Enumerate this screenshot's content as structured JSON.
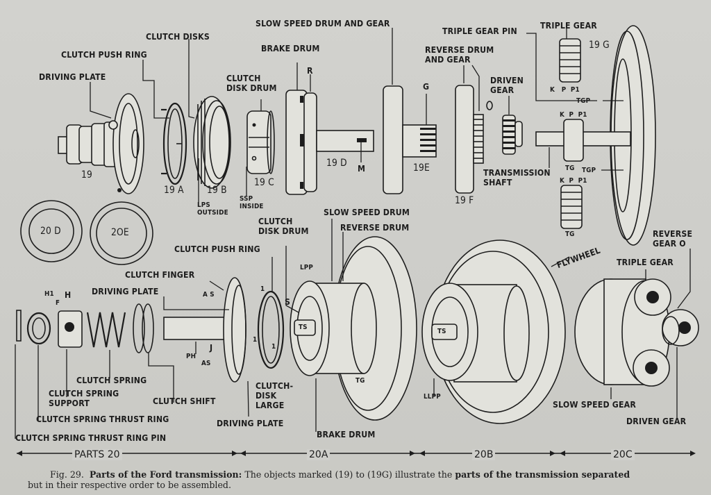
{
  "figure": {
    "number": "Fig. 29.",
    "title": "Parts of the Ford transmission:",
    "description_line1": "The objects marked (19) to (19G) illustrate the",
    "description_bold": "parts of the transmission separated",
    "description_line2": "but in their respective order to be assembled."
  },
  "top_labels": {
    "driving_plate": "DRIVING PLATE",
    "clutch_push_ring": "CLUTCH PUSH RING",
    "clutch_disks": "CLUTCH DISKS",
    "clutch_disk_drum": "CLUTCH\nDISK DRUM",
    "slow_speed_drum_and_gear": "SLOW SPEED DRUM AND GEAR",
    "brake_drum": "BRAKE DRUM",
    "r": "R",
    "g": "G",
    "m": "M",
    "reverse_drum_and_gear": "REVERSE DRUM\nAND GEAR",
    "driven_gear": "DRIVEN\nGEAR",
    "triple_gear_pin": "TRIPLE GEAR PIN",
    "triple_gear": "TRIPLE GEAR",
    "transmission_shaft": "TRANSMISSION\nSHAFT",
    "tgp_1": "TGP",
    "tgp_2": "TGP",
    "kpp1_1": "K   P  P1",
    "kpp1_2": "K  P  P1",
    "kpp1_3": "K  P  P1",
    "tg_1": "TG",
    "tg_2": "TG",
    "o": "O",
    "lps_outside": "LPS\nOUTSIDE",
    "ssp_inside": "SSP\nINSIDE"
  },
  "part_numbers": [
    "19",
    "19 A",
    "19 B",
    "19 C",
    "19 D",
    "19E",
    "19 F",
    "19 G",
    "20 D",
    "2OE"
  ],
  "bottom_labels": {
    "h1": "H1",
    "h": "H",
    "f": "F",
    "driving_plate_a": "DRIVING PLATE",
    "clutch_finger": "CLUTCH FINGER",
    "clutch_push_ring": "CLUTCH PUSH RING",
    "as_top": "A S",
    "as_bottom": "AS",
    "ph": "PH",
    "j": "J",
    "clutch_spring": "CLUTCH SPRING",
    "clutch_spring_support": "CLUTCH SPRING\nSUPPORT",
    "clutch_shift": "CLUTCH SHIFT",
    "clutch_spring_thrust_ring": "CLUTCH SPRING THRUST RING",
    "clutch_spring_thrust_ring_pin": "CLUTCH SPRING THRUST RING PIN",
    "driving_plate_b": "DRIVING PLATE",
    "clutch_disk_drum": "CLUTCH\nDISK DRUM",
    "slow_speed_drum": "SLOW SPEED DRUM",
    "reverse_drum": "REVERSE DRUM",
    "lpp": "LPP",
    "s": "S",
    "ts_1": "TS",
    "ts_2": "TS",
    "tg": "TG",
    "clutch_disk_large": "CLUTCH-\nDISK\nLARGE",
    "brake_drum": "BRAKE DRUM",
    "llpp": "LLPP",
    "flywheel": "FLYWHEEL",
    "reverse_gear_o": "REVERSE\nGEAR O",
    "triple_gear": "TRIPLE GEAR",
    "slow_speed_gear": "SLOW SPEED GEAR",
    "driven_gear": "DRIVEN GEAR",
    "one_marks": [
      "1",
      "1",
      "1"
    ]
  },
  "ruler": {
    "segments": [
      "PARTS 20",
      "20A",
      "20B",
      "20C"
    ]
  }
}
